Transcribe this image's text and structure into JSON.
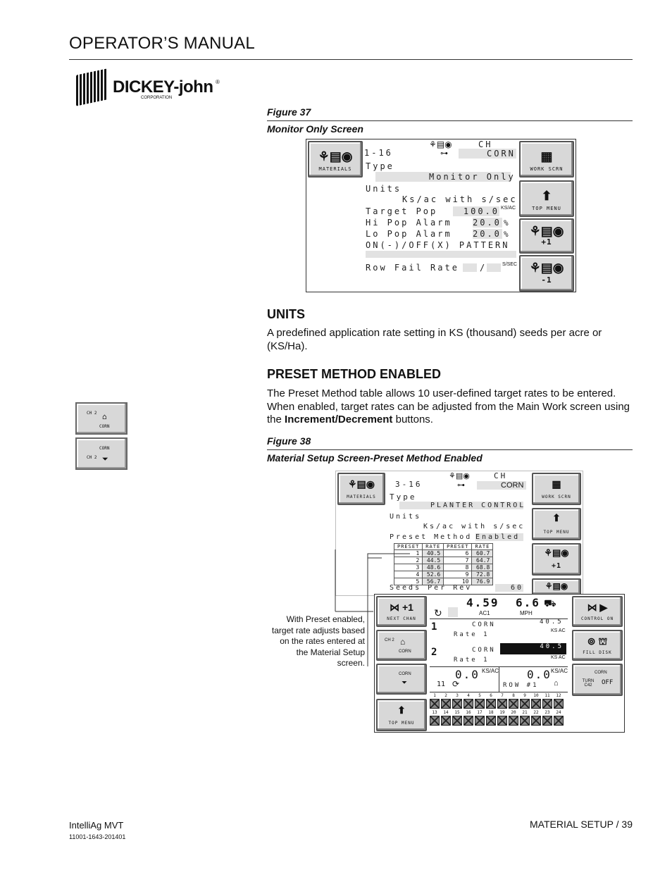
{
  "header": {
    "title": "OPERATOR’S MANUAL"
  },
  "logo": {
    "brand": "DICKEY-john",
    "sub": "CORPORATION",
    "reg": "®"
  },
  "fig37": {
    "number": "Figure 37",
    "caption": "Monitor Only Screen",
    "screen": {
      "ch": "CH",
      "range": "1-16",
      "crop": "CORN",
      "type_label": "Type",
      "type_value": "Monitor Only",
      "units_label": "Units",
      "units_value": "Ks/ac with s/sec",
      "target_pop_label": "Target Pop",
      "target_pop_value": "100.0",
      "target_pop_unit": "KS/AC",
      "hi_label": "Hi Pop Alarm",
      "hi_value": "20.0",
      "hi_unit": "%",
      "lo_label": "Lo Pop Alarm",
      "lo_value": "20.0",
      "lo_unit": "%",
      "pattern_label": "ON(-)/OFF(X) PATTERN",
      "row_fail_label": "Row Fail Rate",
      "row_fail_sep": "/",
      "row_fail_unit": "S/SEC",
      "btn_materials": "MATERIALS",
      "btn_work": "WORK SCRN",
      "btn_top": "TOP MENU",
      "btn_plus": "+1",
      "btn_minus": "-1"
    }
  },
  "units": {
    "heading": "UNITS",
    "text": "A predefined application rate setting in KS (thousand) seeds per acre or (KS/Ha)."
  },
  "preset": {
    "heading": "PRESET METHOD ENABLED",
    "text_1": "The Preset Method table allows 10 user-defined target rates to be entered. When enabled, target rates can be adjusted from the Main Work screen using the ",
    "text_bold": "Increment/Decrement",
    "text_2": " buttons."
  },
  "side_buttons": {
    "top_ch": "CH 2",
    "top_crop": "CORN",
    "bottom_crop": "CORN",
    "bottom_ch": "CH 2"
  },
  "fig38": {
    "number": "Figure 38",
    "caption": "Material Setup Screen-Preset Method Enabled",
    "setup": {
      "ch": "CH",
      "range": "3-16",
      "crop": "CORN",
      "type_label": "Type",
      "type_value": "PLANTER CONTROL",
      "units_label": "Units",
      "units_value": "Ks/ac with s/sec",
      "preset_label": "Preset Method",
      "preset_value": "Enabled",
      "table_headers": [
        "PRESET",
        "RATE",
        "PRESET",
        "RATE"
      ],
      "table_rows": [
        [
          "1",
          "40.5",
          "6",
          "60.7"
        ],
        [
          "2",
          "44.5",
          "7",
          "64.7"
        ],
        [
          "3",
          "48.6",
          "8",
          "68.8"
        ],
        [
          "4",
          "52.6",
          "9",
          "72.8"
        ],
        [
          "5",
          "56.7",
          "10",
          "76.9"
        ]
      ],
      "seeds_label": "Seeds Per Rev",
      "seeds_value": "60",
      "btn_materials": "MATERIALS",
      "btn_work": "WORK SCRN",
      "btn_top": "TOP MENU",
      "btn_plus": "+1"
    },
    "work": {
      "speed_left": "4.59",
      "speed_left_sub": "AC1",
      "speed_right": "6.6",
      "speed_right_sub": "MPH",
      "ch1_num": "1",
      "ch1_crop": "CORN",
      "ch1_rate_label": "Rate 1",
      "ch1_rate": "40.5",
      "ch2_num": "2",
      "ch2_crop": "CORN",
      "ch2_rate_label": "Rate 1",
      "ch2_rate": "40.5",
      "unit_ks_ac": "KS AC",
      "pop_value": "0.0",
      "pop_unit": "KS/AC",
      "row_value": "0.0",
      "row_unit": "KS/AC",
      "count": "11",
      "row_label": "ROW #1",
      "btn_next": "NEXT CHAN",
      "btn_ch2_crop": "CORN",
      "btn_ch2": "CH 2",
      "btn_corn_bottom": "CORN",
      "btn_top_menu": "TOP MENU",
      "btn_control_on": "CONTROL ON",
      "btn_fill_disk": "FILL DISK",
      "btn_turn_corn": "CORN",
      "btn_turn": "TURN C42",
      "btn_off": "OFF",
      "row_numbers_top": [
        "1",
        "2",
        "3",
        "4",
        "5",
        "6",
        "7",
        "8",
        "9",
        "10",
        "11",
        "12"
      ],
      "row_numbers_bottom": [
        "13",
        "14",
        "15",
        "16",
        "17",
        "18",
        "19",
        "20",
        "21",
        "22",
        "23",
        "24"
      ]
    },
    "callout": "With Preset enabled, target rate adjusts based on the rates entered at the Material Setup screen."
  },
  "footer": {
    "product": "IntelliAg MVT",
    "code": "11001-1643-201401",
    "page": "MATERIAL SETUP / 39"
  }
}
